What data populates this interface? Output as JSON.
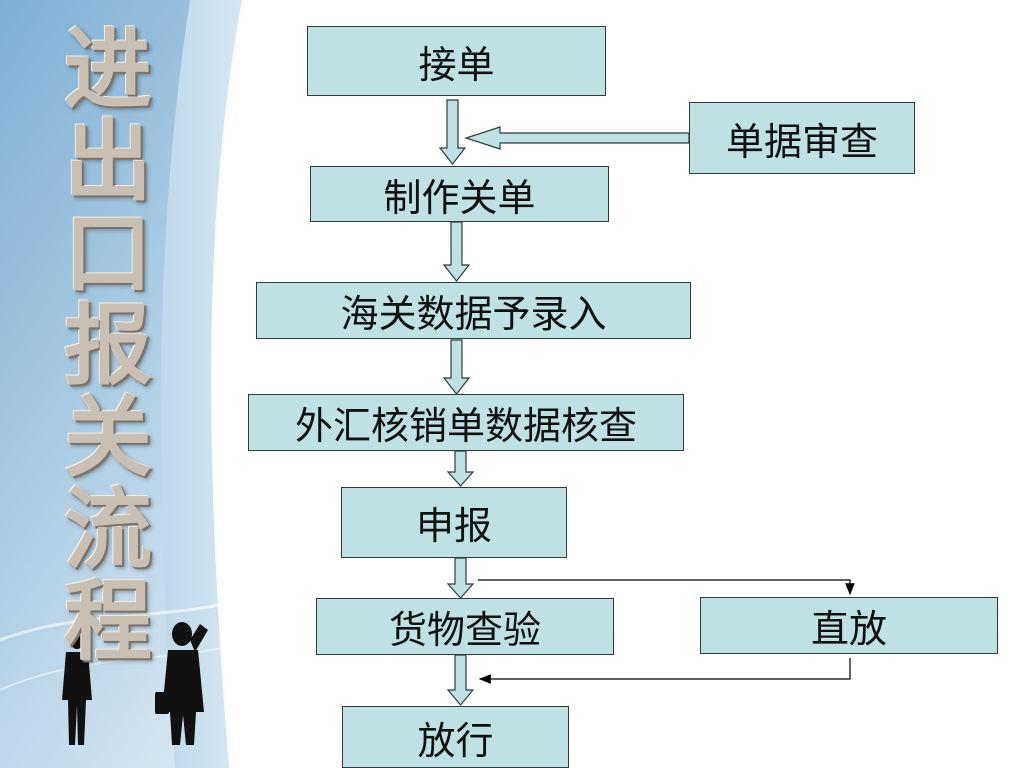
{
  "title": {
    "characters": [
      "进",
      "出",
      "口",
      "报",
      "关",
      "流",
      "程"
    ]
  },
  "flowchart": {
    "nodes": {
      "receive_order": "接单",
      "document_review": "单据审查",
      "prepare_declaration": "制作关单",
      "customs_data_entry": "海关数据予录入",
      "fx_verification_check": "外汇核销单数据核查",
      "declare": "申报",
      "cargo_inspection": "货物查验",
      "direct_release": "直放",
      "release": "放行"
    }
  },
  "colors": {
    "box_fill": "#bfe1e3",
    "box_border": "#2f3b3d",
    "panel_blue": "#8fb9d8",
    "title_text": "#c9bfb3"
  },
  "decorations": {
    "left_panel_image": "two businessmen silhouettes on light-blue curved background"
  }
}
